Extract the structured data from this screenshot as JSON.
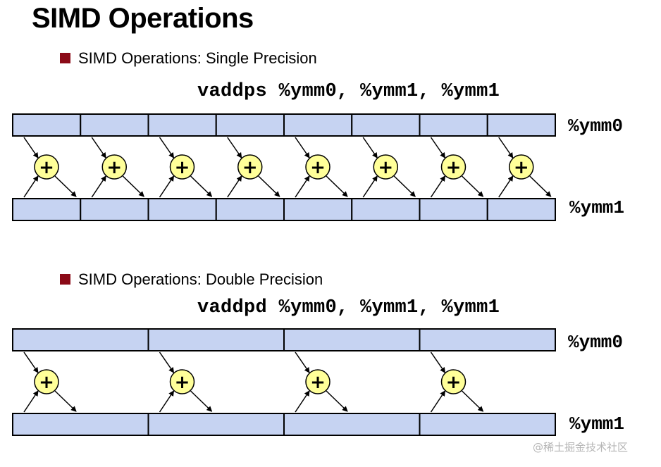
{
  "title": "SIMD Operations",
  "sections": [
    {
      "subhead": "SIMD Operations: Single Precision",
      "instruction": "vaddps %ymm0, %ymm1, %ymm1",
      "top_register": "%ymm0",
      "bottom_register": "%ymm1",
      "lanes": 8,
      "operator_symbol": "+"
    },
    {
      "subhead": "SIMD Operations: Double Precision",
      "instruction": "vaddpd %ymm0, %ymm1, %ymm1",
      "top_register": "%ymm0",
      "bottom_register": "%ymm1",
      "lanes": 4,
      "operator_symbol": "+"
    }
  ],
  "watermark": "@稀土掘金技术社区",
  "colors": {
    "register_fill": "#c6d3f2",
    "adder_fill": "#ffff99",
    "bullet": "#8b0a17"
  }
}
